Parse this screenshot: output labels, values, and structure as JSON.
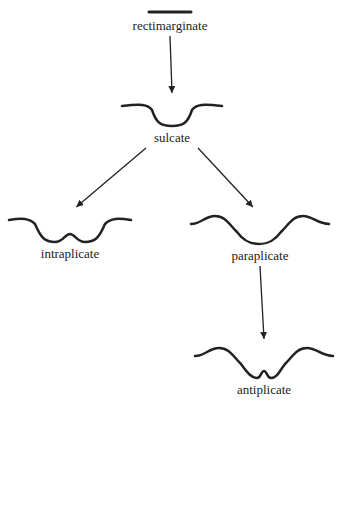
{
  "diagram": {
    "nodes": [
      {
        "text": [
          "rectimarginate"
        ]
      },
      {
        "text": [
          "sulcate"
        ]
      },
      {
        "text": [
          "intraplicate"
        ]
      },
      {
        "text": [
          "paraplicate"
        ]
      },
      {
        "text": [
          "antiplicate"
        ]
      }
    ],
    "edges": [
      {
        "from": 0,
        "to": 1,
        "arrow": "to"
      },
      {
        "from": 1,
        "to": 2,
        "arrow": "to"
      },
      {
        "from": 1,
        "to": 3,
        "arrow": "to"
      },
      {
        "from": 3,
        "to": 4,
        "arrow": "to"
      }
    ]
  }
}
